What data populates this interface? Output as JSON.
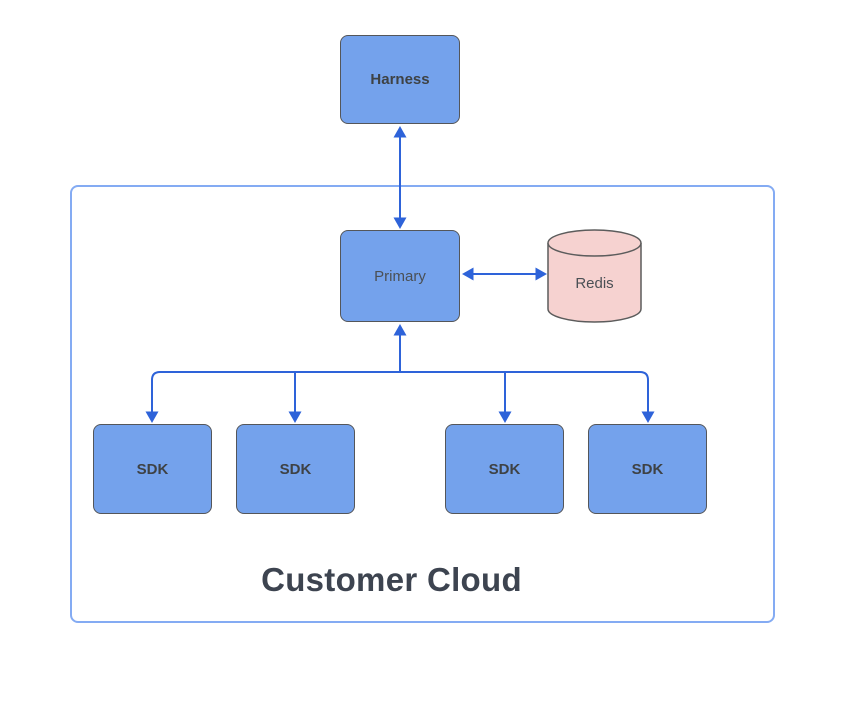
{
  "diagram": {
    "type": "flowchart",
    "container": {
      "title": "Customer Cloud"
    },
    "nodes": {
      "harness": {
        "label": "Harness",
        "shape": "rectangle"
      },
      "primary": {
        "label": "Primary",
        "shape": "rectangle"
      },
      "redis": {
        "label": "Redis",
        "shape": "cylinder"
      },
      "sdks": [
        {
          "label": "SDK"
        },
        {
          "label": "SDK"
        },
        {
          "label": "SDK"
        },
        {
          "label": "SDK"
        }
      ]
    },
    "connections": [
      {
        "from": "Harness",
        "to": "Primary",
        "style": "bidirectional-arrow"
      },
      {
        "from": "Primary",
        "to": "Redis",
        "style": "bidirectional-arrow"
      },
      {
        "from": "Primary",
        "to": "SDK",
        "style": "fan-out, arrowhead up at Primary and down at each of 4 SDK boxes"
      }
    ],
    "colors": {
      "node_fill": "#74a2ec",
      "node_border": "#54565a",
      "redis_fill": "#f6d2d0",
      "redis_border": "#5c5c5c",
      "arrow": "#2e63d9",
      "container_border": "#84abf3",
      "label_bold_text": "#3e4245",
      "label_regular_text": "#4b5055",
      "title_text": "#3d4450",
      "background": "#ffffff"
    }
  }
}
